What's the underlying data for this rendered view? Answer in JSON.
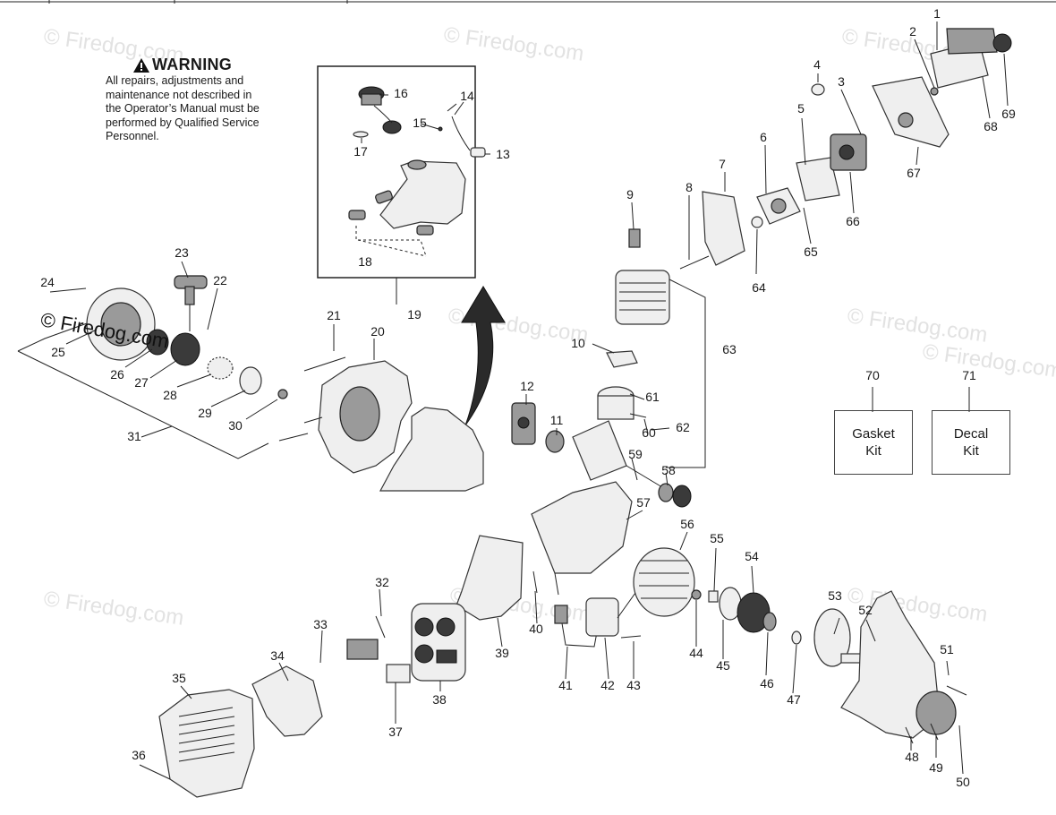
{
  "warning": {
    "title": "WARNING",
    "body": "All repairs, adjustments and\nmaintenance not described in\nthe Operator’s Manual must be\nperformed by Qualified Service\nPersonnel."
  },
  "kits": [
    {
      "label": "Gasket\nKit",
      "number": "70"
    },
    {
      "label": "Decal\nKit",
      "number": "71"
    }
  ],
  "watermarks": [
    "© Firedog.com",
    "© Firedog.com",
    "© Firedog.com",
    "© Firedog.com",
    "© Firedog.com",
    "© Firedog.com",
    "© Firedog.com",
    "© Firedog.com",
    "© Firedog.com"
  ],
  "watermark_overlay": "© Firedog.com",
  "callouts": [
    "1",
    "2",
    "3",
    "4",
    "5",
    "6",
    "7",
    "8",
    "9",
    "10",
    "11",
    "12",
    "13",
    "14",
    "15",
    "16",
    "17",
    "18",
    "19",
    "20",
    "21",
    "22",
    "23",
    "24",
    "25",
    "26",
    "27",
    "28",
    "29",
    "30",
    "31",
    "32",
    "33",
    "34",
    "35",
    "36",
    "37",
    "38",
    "39",
    "40",
    "41",
    "42",
    "43",
    "44",
    "45",
    "46",
    "47",
    "48",
    "49",
    "50",
    "51",
    "52",
    "53",
    "54",
    "55",
    "56",
    "57",
    "58",
    "59",
    "60",
    "61",
    "62",
    "63",
    "64",
    "65",
    "66",
    "67",
    "68",
    "69"
  ]
}
